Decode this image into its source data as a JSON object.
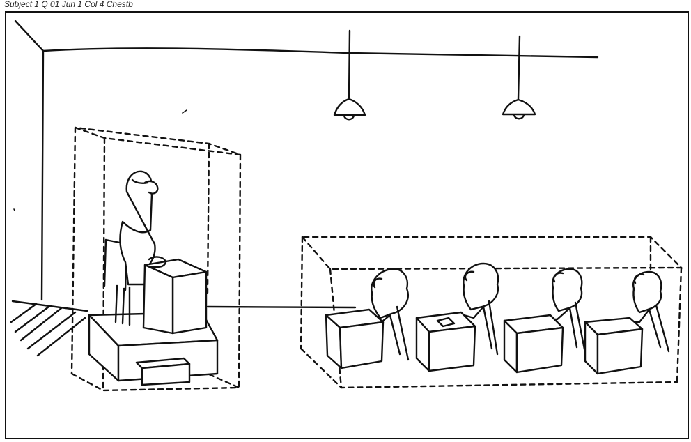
{
  "header": {
    "caption": "Subject   1 Q 01 Jun 1  Col 4 Chestb"
  },
  "illustration": {
    "ink_color": "#111111",
    "paper_color": "#ffffff",
    "panel": "teacher-booth-connected-to-student-booth",
    "teacher_booth": {
      "figures": 1
    },
    "student_booth": {
      "figures": 4,
      "desks": 4
    },
    "ceiling_lamps": 2
  }
}
